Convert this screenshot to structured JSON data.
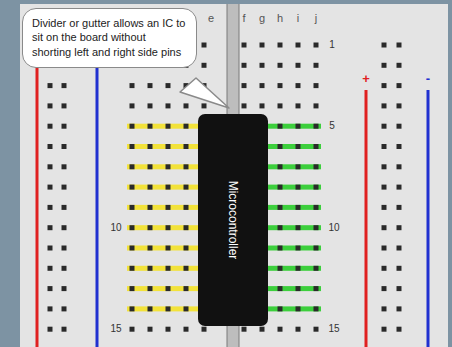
{
  "diagram": {
    "nodes": [
      {
        "text": [
          "Divider or gutter allows an IC to sit on the board without shorting left and right side pins"
        ]
      },
      {
        "text": [
          "Microcontroller"
        ]
      }
    ],
    "labels": [
      "e",
      "f",
      "g",
      "h",
      "i",
      "j",
      "1",
      "+",
      "-",
      "5",
      "10",
      "10",
      "15",
      "15"
    ]
  }
}
